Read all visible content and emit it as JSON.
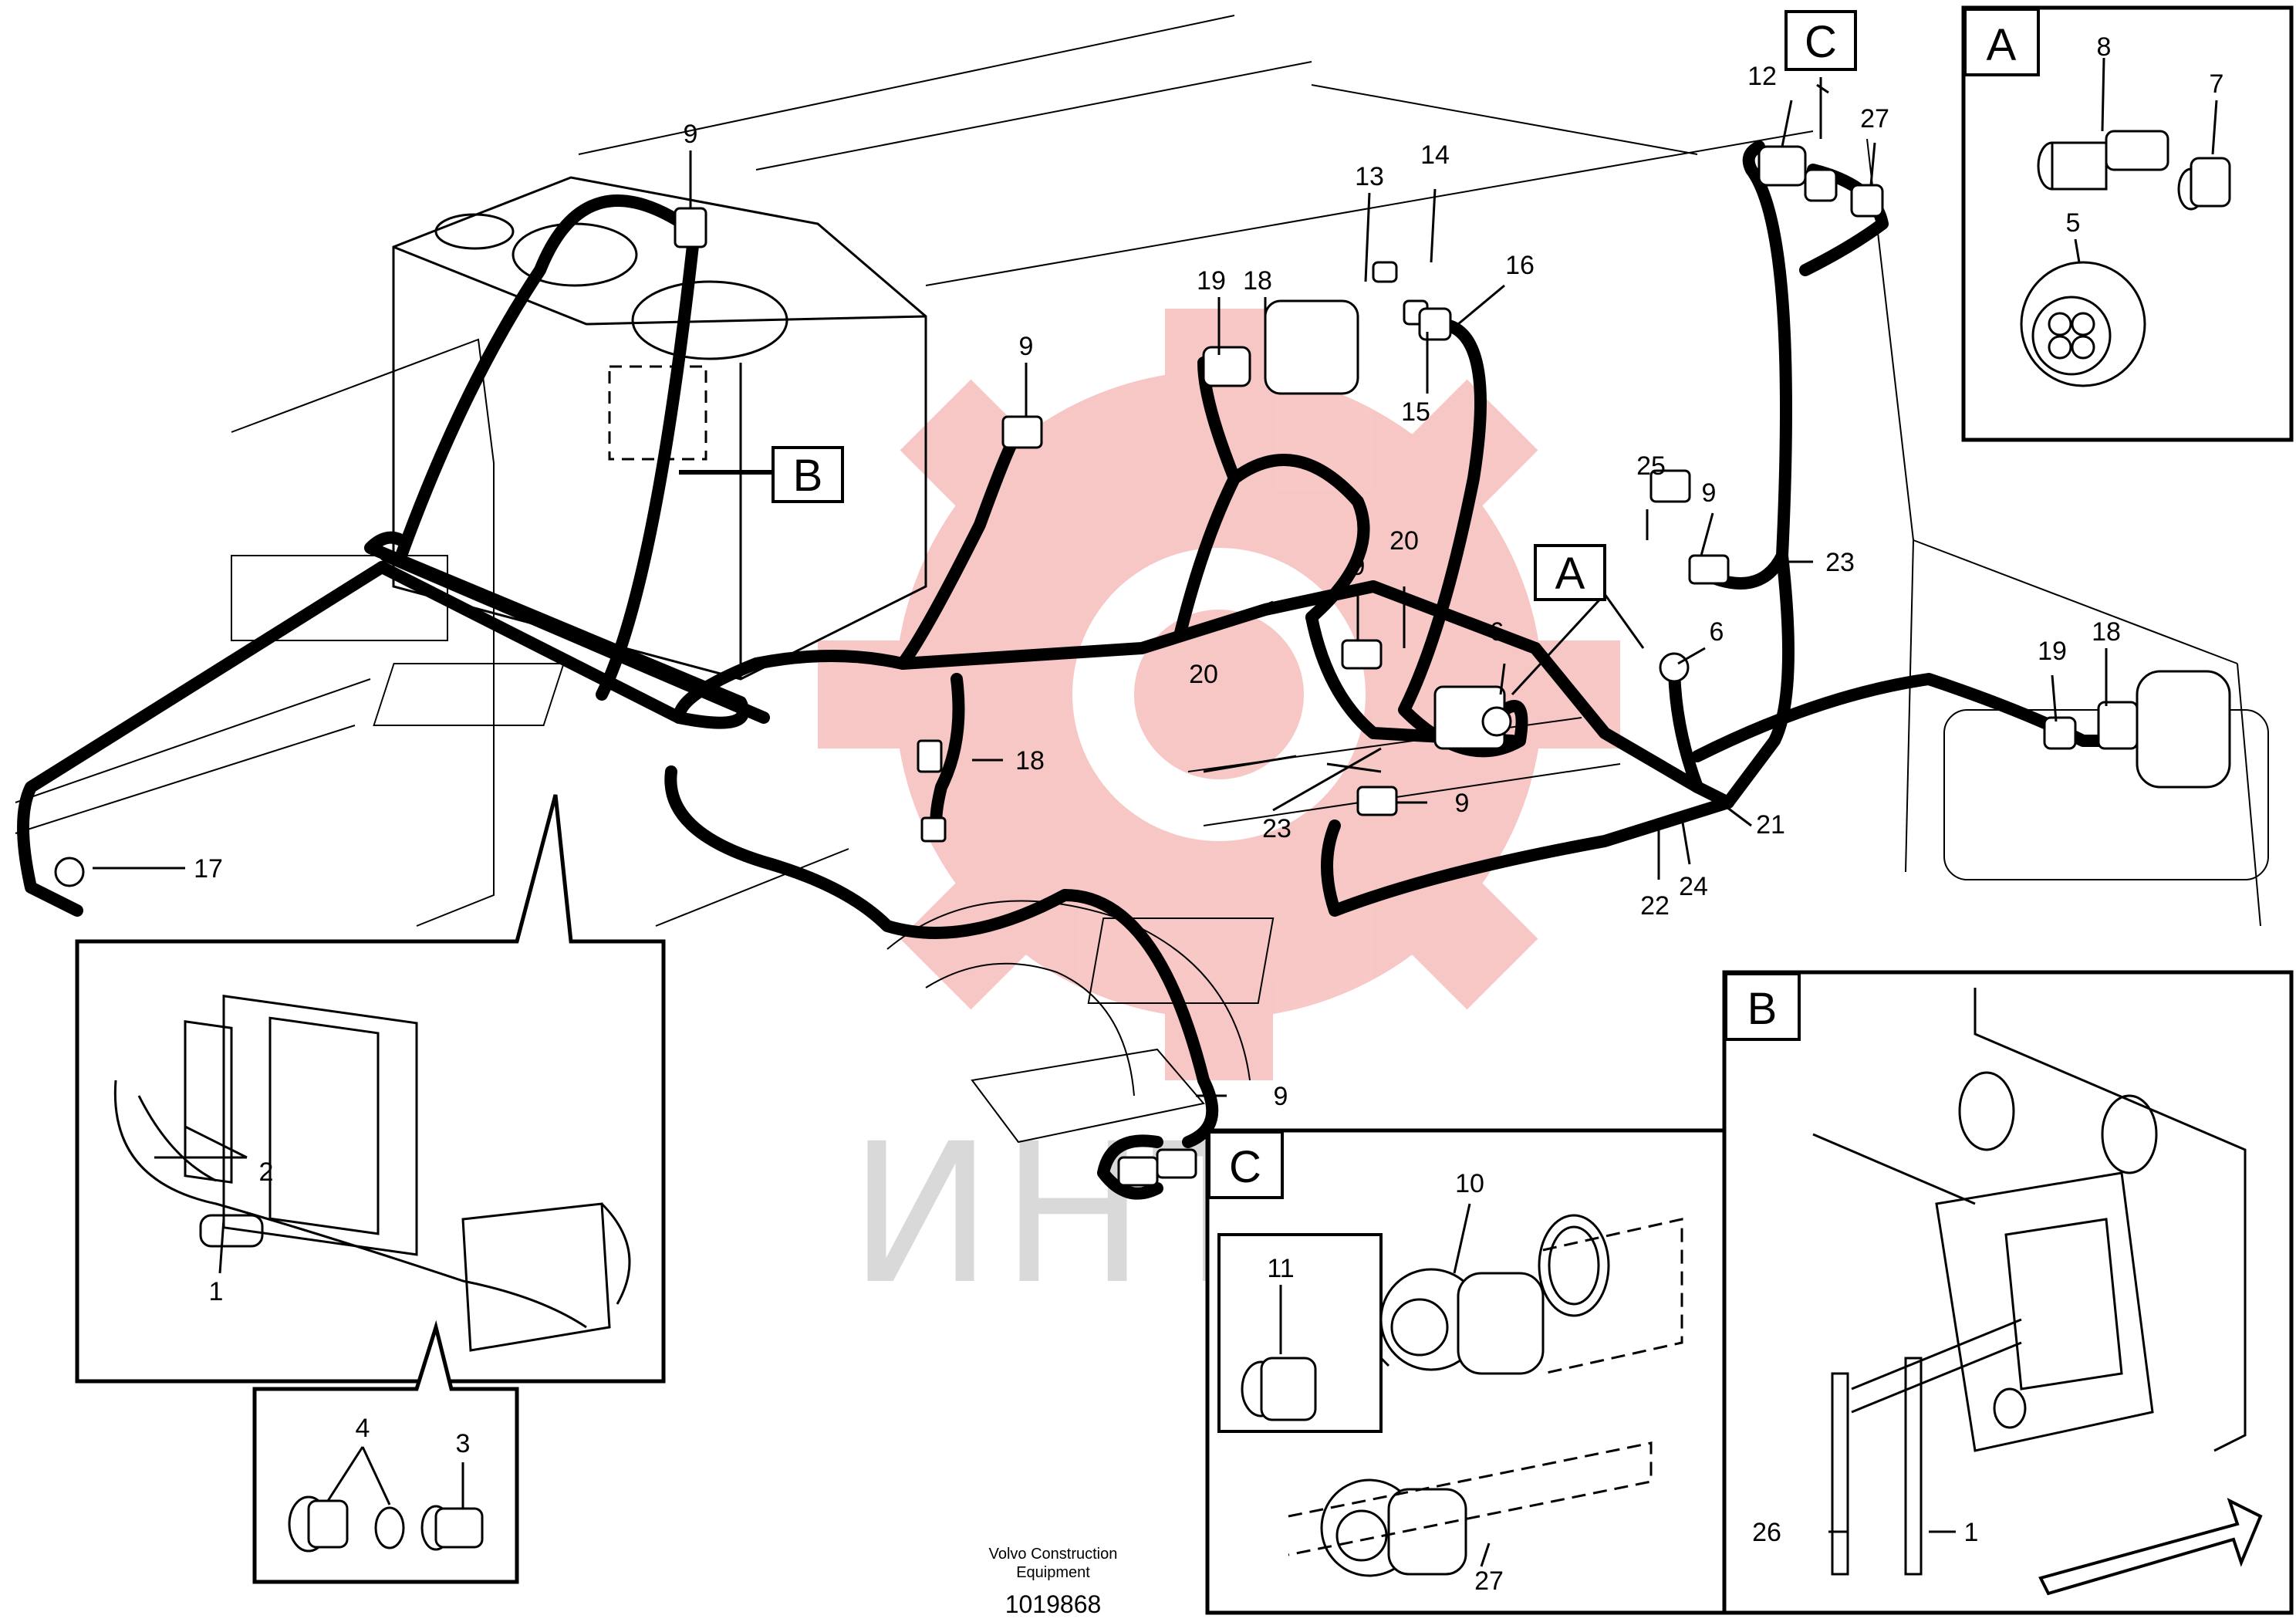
{
  "detail_views": {
    "a": {
      "letter": "A"
    },
    "b": {
      "letter": "B"
    },
    "c": {
      "letter": "C"
    }
  },
  "reference_markers": {
    "a": "A",
    "b": "B",
    "c": "C"
  },
  "callouts": {
    "c9_top": "9",
    "c9_mid": "9",
    "c9_center": "9",
    "c9_right": "9",
    "c9_lower": "9",
    "c9_bottom": "9",
    "c12": "12",
    "c13": "13",
    "c14": "14",
    "c15": "15",
    "c16": "16",
    "c18_lamp": "18",
    "c18_center": "18",
    "c18_right": "18",
    "c19_left": "19",
    "c19_right": "19",
    "c20_a": "20",
    "c20_b": "20",
    "c6_a": "6",
    "c6_b": "6",
    "c21": "21",
    "c22": "22",
    "c23_a": "23",
    "c23_b": "23",
    "c24": "24",
    "c25": "25",
    "c27_top": "27",
    "c17": "17"
  },
  "detail_callouts": {
    "a8": "8",
    "a7": "7",
    "a5": "5",
    "b26": "26",
    "b1": "1",
    "c10": "10",
    "c11": "11",
    "c27": "27",
    "s1": "1",
    "s2": "2",
    "s3": "3",
    "s4": "4"
  },
  "watermark": {
    "text": "ИНТЕХ",
    "logo_color": "#e53935"
  },
  "footer": {
    "brand_line1": "Volvo Construction",
    "brand_line2": "Equipment",
    "drawing_number": "1019868"
  }
}
